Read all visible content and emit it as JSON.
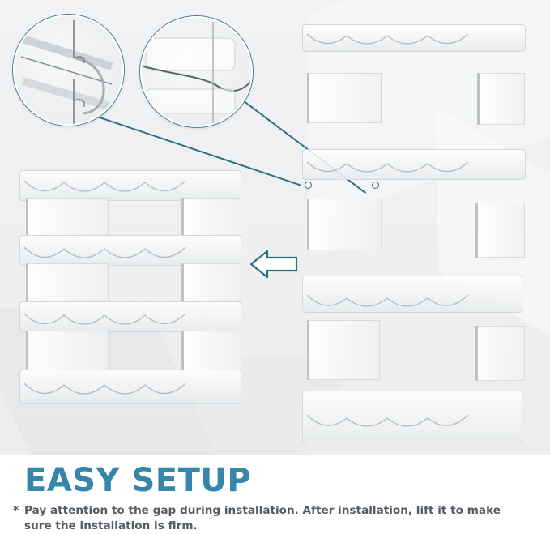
{
  "title": "EASY SETUP",
  "note": {
    "asterisk": "*",
    "line1": "Pay attention to the gap during installation.  After installation, lift it to make",
    "line2": "sure the installation is firm."
  },
  "colors": {
    "title": "#3686aa",
    "note_text": "#555b63",
    "callout_line": "#2f6f86",
    "background": "#eeeff0"
  },
  "illustration": {
    "assembled_rack": {
      "tiers": 4,
      "bottle_slots_per_tier": 3
    },
    "exploded_parts": {
      "shelves": 4,
      "side_panels": 6
    },
    "callouts": 2,
    "direction_arrow": "left-arrow"
  }
}
